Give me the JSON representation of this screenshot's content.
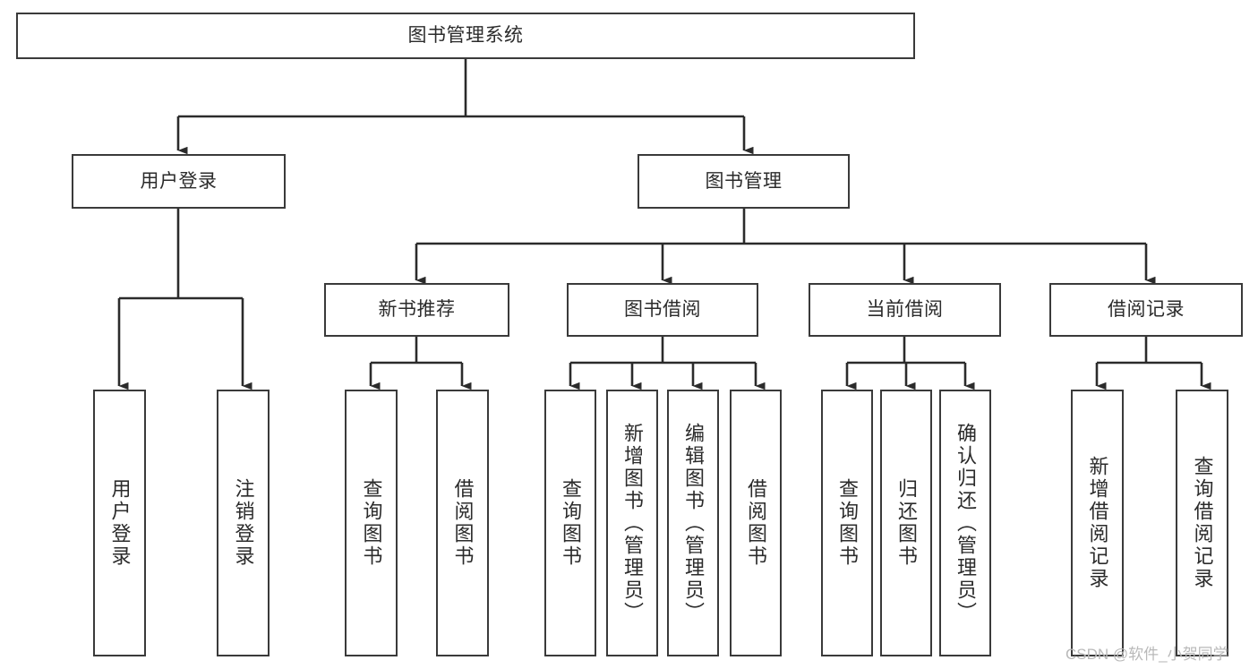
{
  "diagram": {
    "type": "tree-hierarchy",
    "title": "图书管理系统",
    "watermark": "CSDN @软件_小贺同学",
    "colors": {
      "box_border": "#3a3a3a",
      "box_fill": "#ffffff",
      "connector": "#2b2b2b",
      "text": "#2b2b2b",
      "watermark": "#b9b9b9",
      "background": "#ffffff"
    },
    "levels": {
      "root": {
        "label": "图书管理系统"
      },
      "level2": [
        {
          "label": "用户登录"
        },
        {
          "label": "图书管理"
        }
      ],
      "level3": [
        {
          "label": "新书推荐"
        },
        {
          "label": "图书借阅"
        },
        {
          "label": "当前借阅"
        },
        {
          "label": "借阅记录"
        }
      ],
      "leaves": [
        {
          "label": "用户登录",
          "parent": "用户登录"
        },
        {
          "label": "注销登录",
          "parent": "用户登录"
        },
        {
          "label": "查询图书",
          "parent": "新书推荐"
        },
        {
          "label": "借阅图书",
          "parent": "新书推荐"
        },
        {
          "label": "查询图书",
          "parent": "图书借阅"
        },
        {
          "label": "新增图书（管理员）",
          "parent": "图书借阅"
        },
        {
          "label": "编辑图书（管理员）",
          "parent": "图书借阅"
        },
        {
          "label": "借阅图书",
          "parent": "图书借阅"
        },
        {
          "label": "查询图书",
          "parent": "当前借阅"
        },
        {
          "label": "归还图书",
          "parent": "当前借阅"
        },
        {
          "label": "确认归还（管理员）",
          "parent": "当前借阅"
        },
        {
          "label": "新增借阅记录",
          "parent": "借阅记录"
        },
        {
          "label": "查询借阅记录",
          "parent": "借阅记录"
        }
      ]
    }
  }
}
